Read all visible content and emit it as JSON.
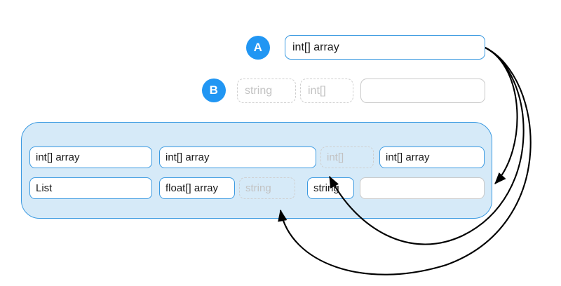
{
  "colors": {
    "badge_blue": "#2196f3",
    "panel_fill": "#d6eaf8",
    "panel_border": "#3b9ae1",
    "chip_border_blue": "#3b9ae1",
    "chip_border_grey": "#c9c9c9",
    "ghost_border": "#cfcfcf",
    "ghost_text": "#c2c2c2",
    "arrow": "#000000",
    "background": "#ffffff"
  },
  "rows": {
    "a": {
      "badge": "A",
      "chips": [
        {
          "label": "int[] array",
          "style": "solid-blue",
          "state": "filled"
        }
      ]
    },
    "b": {
      "badge": "B",
      "chips": [
        {
          "label": "string",
          "style": "ghost",
          "state": "placeholder"
        },
        {
          "label": "int[]",
          "style": "ghost",
          "state": "placeholder"
        },
        {
          "label": "",
          "style": "solid-grey",
          "state": "empty"
        }
      ]
    }
  },
  "panel": {
    "row1": [
      {
        "label": "int[] array",
        "style": "solid-blue",
        "state": "filled"
      },
      {
        "label": "int[] array",
        "style": "solid-blue",
        "state": "filled"
      },
      {
        "label": "int[]",
        "style": "ghost",
        "state": "placeholder"
      },
      {
        "label": "int[] array",
        "style": "solid-blue",
        "state": "filled"
      }
    ],
    "row2": [
      {
        "label": "List",
        "style": "solid-blue",
        "state": "filled"
      },
      {
        "label": "float[] array",
        "style": "solid-blue",
        "state": "filled"
      },
      {
        "label": "string",
        "style": "ghost",
        "state": "placeholder"
      },
      {
        "label": "string",
        "style": "solid-blue",
        "state": "filled"
      },
      {
        "label": "",
        "style": "solid-grey",
        "state": "empty"
      }
    ]
  },
  "arrows": [
    {
      "name": "a-to-panel-empty-slot",
      "from": "row-a-chip",
      "to": "panel-row2-empty-chip"
    },
    {
      "name": "a-to-panel-ghost-int-array",
      "from": "row-a-chip",
      "to": "panel-row1-ghost-int"
    },
    {
      "name": "a-to-panel-ghost-string",
      "from": "row-a-chip",
      "to": "panel-row2-ghost-string"
    }
  ]
}
